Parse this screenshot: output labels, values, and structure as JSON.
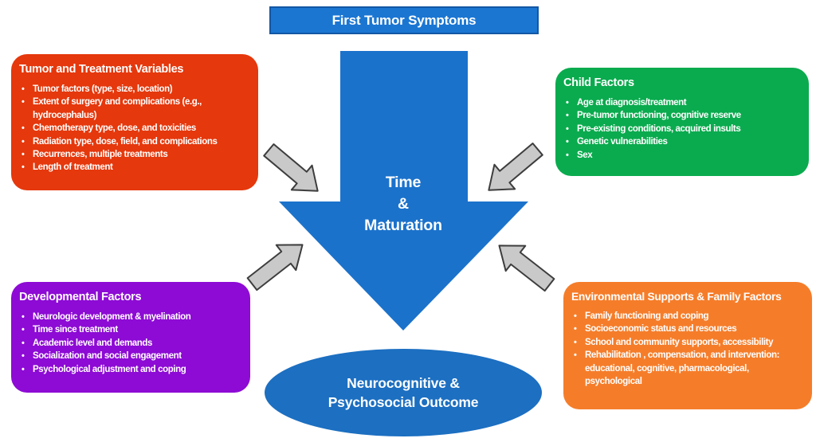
{
  "banner": {
    "label": "First Tumor Symptoms"
  },
  "center": {
    "line1": "Time",
    "line2": "&",
    "line3": "Maturation"
  },
  "outcome": {
    "line1": "Neurocognitive &",
    "line2": "Psychosocial Outcome"
  },
  "boxes": {
    "tumor": {
      "title": "Tumor and Treatment Variables",
      "items": [
        "Tumor factors (type, size, location)",
        "Extent of surgery and complications (e.g., hydrocephalus)",
        "Chemotherapy type, dose, and toxicities",
        "Radiation type, dose, field, and complications",
        "Recurrences, multiple treatments",
        "Length of treatment"
      ]
    },
    "child": {
      "title": "Child Factors",
      "items": [
        "Age at diagnosis/treatment",
        "Pre-tumor functioning, cognitive reserve",
        "Pre-existing conditions, acquired insults",
        "Genetic vulnerabilities",
        "Sex"
      ]
    },
    "developmental": {
      "title": "Developmental Factors",
      "items": [
        "Neurologic development & myelination",
        "Time since treatment",
        "Academic level and demands",
        "Socialization and social engagement",
        "Psychological adjustment and coping"
      ]
    },
    "environmental": {
      "title": "Environmental Supports & Family Factors",
      "items": [
        "Family functioning and coping",
        "Socioeconomic status and resources",
        "School and community supports, accessibility",
        "Rehabilitation , compensation, and intervention:  educational, cognitive, pharmacological, psychological"
      ]
    }
  },
  "colors": {
    "banner-blue": "#1B76D2",
    "banner-border": "#1357A4",
    "arrow-blue": "#1B72CB",
    "ellipse-blue": "#1C6FC1",
    "box-red": "#E5380C",
    "box-green": "#0AAB4E",
    "box-purple": "#8D0BD4",
    "box-orange": "#F57D2A",
    "gray-arrow-fill": "#C9C9C9",
    "gray-arrow-stroke": "#3D3D3D",
    "text-white": "#FFFFFF"
  }
}
